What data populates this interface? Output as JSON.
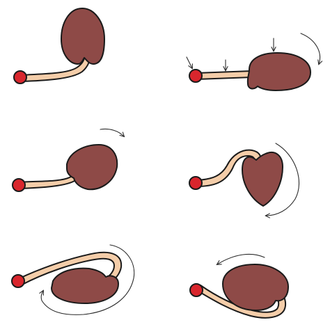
{
  "colors": {
    "body_fill": "#8e4a47",
    "stalk_fill": "#f4cda9",
    "tip_fill": "#d9262d",
    "outline": "#1a1a1a",
    "arrow": "#2a2a2a",
    "background": "#ffffff"
  },
  "panels": [
    {
      "name": "stage-1",
      "shape": "upright seed body with stalk bending left"
    },
    {
      "name": "stage-2",
      "shape": "body lying horizontal, arrows pressing down on stalk and body"
    },
    {
      "name": "stage-3",
      "shape": "body tilting with arrow over top"
    },
    {
      "name": "stage-4",
      "shape": "heart-shaped body turning, curved arrow on right"
    },
    {
      "name": "stage-5",
      "shape": "body inverted, stalk looping over top, arrow around right"
    },
    {
      "name": "stage-6",
      "shape": "body rotated, stalk curling under, arrow across top"
    }
  ]
}
